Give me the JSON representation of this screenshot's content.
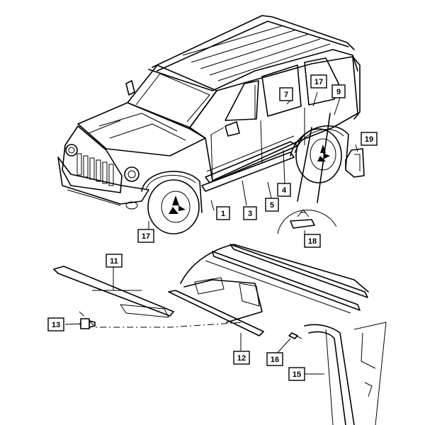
{
  "callouts": [
    {
      "id": "c1",
      "label": "1"
    },
    {
      "id": "c3",
      "label": "3"
    },
    {
      "id": "c4",
      "label": "4"
    },
    {
      "id": "c5",
      "label": "5"
    },
    {
      "id": "c7",
      "label": "7"
    },
    {
      "id": "c9",
      "label": "9"
    },
    {
      "id": "c11",
      "label": "11"
    },
    {
      "id": "c12",
      "label": "12"
    },
    {
      "id": "c13",
      "label": "13"
    },
    {
      "id": "c15",
      "label": "15"
    },
    {
      "id": "c16",
      "label": "16"
    },
    {
      "id": "c17a",
      "label": "17"
    },
    {
      "id": "c17b",
      "label": "17"
    },
    {
      "id": "c18",
      "label": "18"
    },
    {
      "id": "c19",
      "label": "19"
    }
  ]
}
